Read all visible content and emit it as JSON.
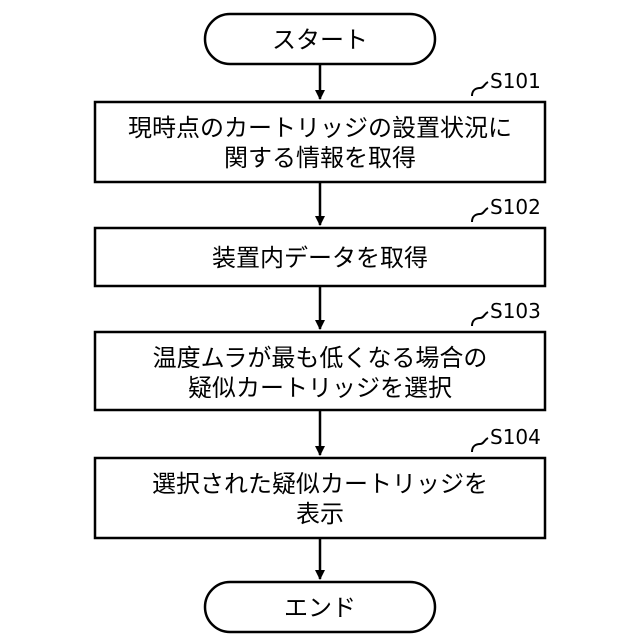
{
  "diagram": {
    "start_label": "スタート",
    "end_label": "エンド",
    "steps": [
      {
        "id": "S101",
        "lines": [
          "現時点のカートリッジの設置状況に",
          "関する情報を取得"
        ]
      },
      {
        "id": "S102",
        "lines": [
          "装置内データを取得"
        ]
      },
      {
        "id": "S103",
        "lines": [
          "温度ムラが最も低くなる場合の",
          "疑似カートリッジを選択"
        ]
      },
      {
        "id": "S104",
        "lines": [
          "選択された疑似カートリッジを",
          "表示"
        ]
      }
    ]
  }
}
